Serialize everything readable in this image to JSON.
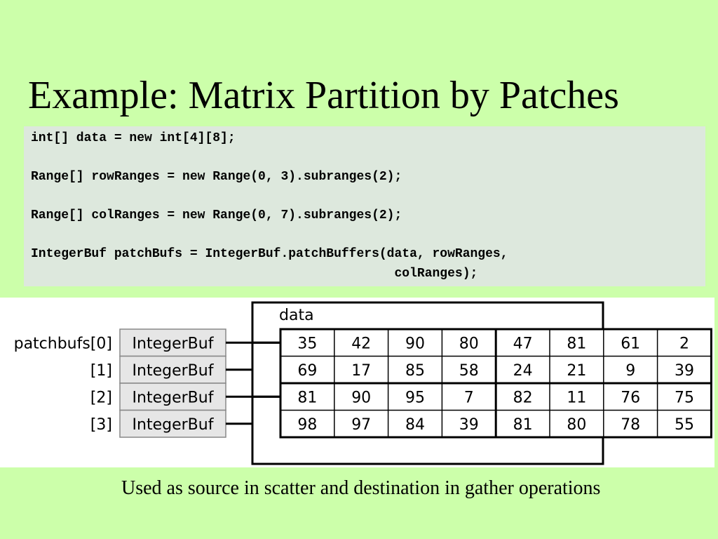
{
  "title": "Example: Matrix Partition by Patches",
  "code_lines": [
    "int[] data = new int[4][8];",
    "Range[] rowRanges = new Range(0, 3).subranges(2);",
    "Range[] colRanges = new Range(0, 7).subranges(2);",
    "IntegerBuf patchBufs = IntegerBuf.patchBuffers(data, rowRanges,",
    "                                                colRanges);"
  ],
  "diagram": {
    "data_label": "data",
    "buffers": [
      {
        "index_label": "patchbufs[0]",
        "type_label": "IntegerBuf"
      },
      {
        "index_label": "[1]",
        "type_label": "IntegerBuf"
      },
      {
        "index_label": "[2]",
        "type_label": "IntegerBuf"
      },
      {
        "index_label": "[3]",
        "type_label": "IntegerBuf"
      }
    ],
    "matrix": [
      [
        "35",
        "42",
        "90",
        "80",
        "47",
        "81",
        "61",
        "2"
      ],
      [
        "69",
        "17",
        "85",
        "58",
        "24",
        "21",
        "9",
        "39"
      ],
      [
        "81",
        "90",
        "95",
        "7",
        "82",
        "11",
        "76",
        "75"
      ],
      [
        "98",
        "97",
        "84",
        "39",
        "81",
        "80",
        "78",
        "55"
      ]
    ]
  },
  "caption": "Used as source in scatter and destination in gather operations",
  "colors": {
    "background": "#ccffaa",
    "code_background": "#dde8dd",
    "buffer_box": "#e6e6e6"
  }
}
